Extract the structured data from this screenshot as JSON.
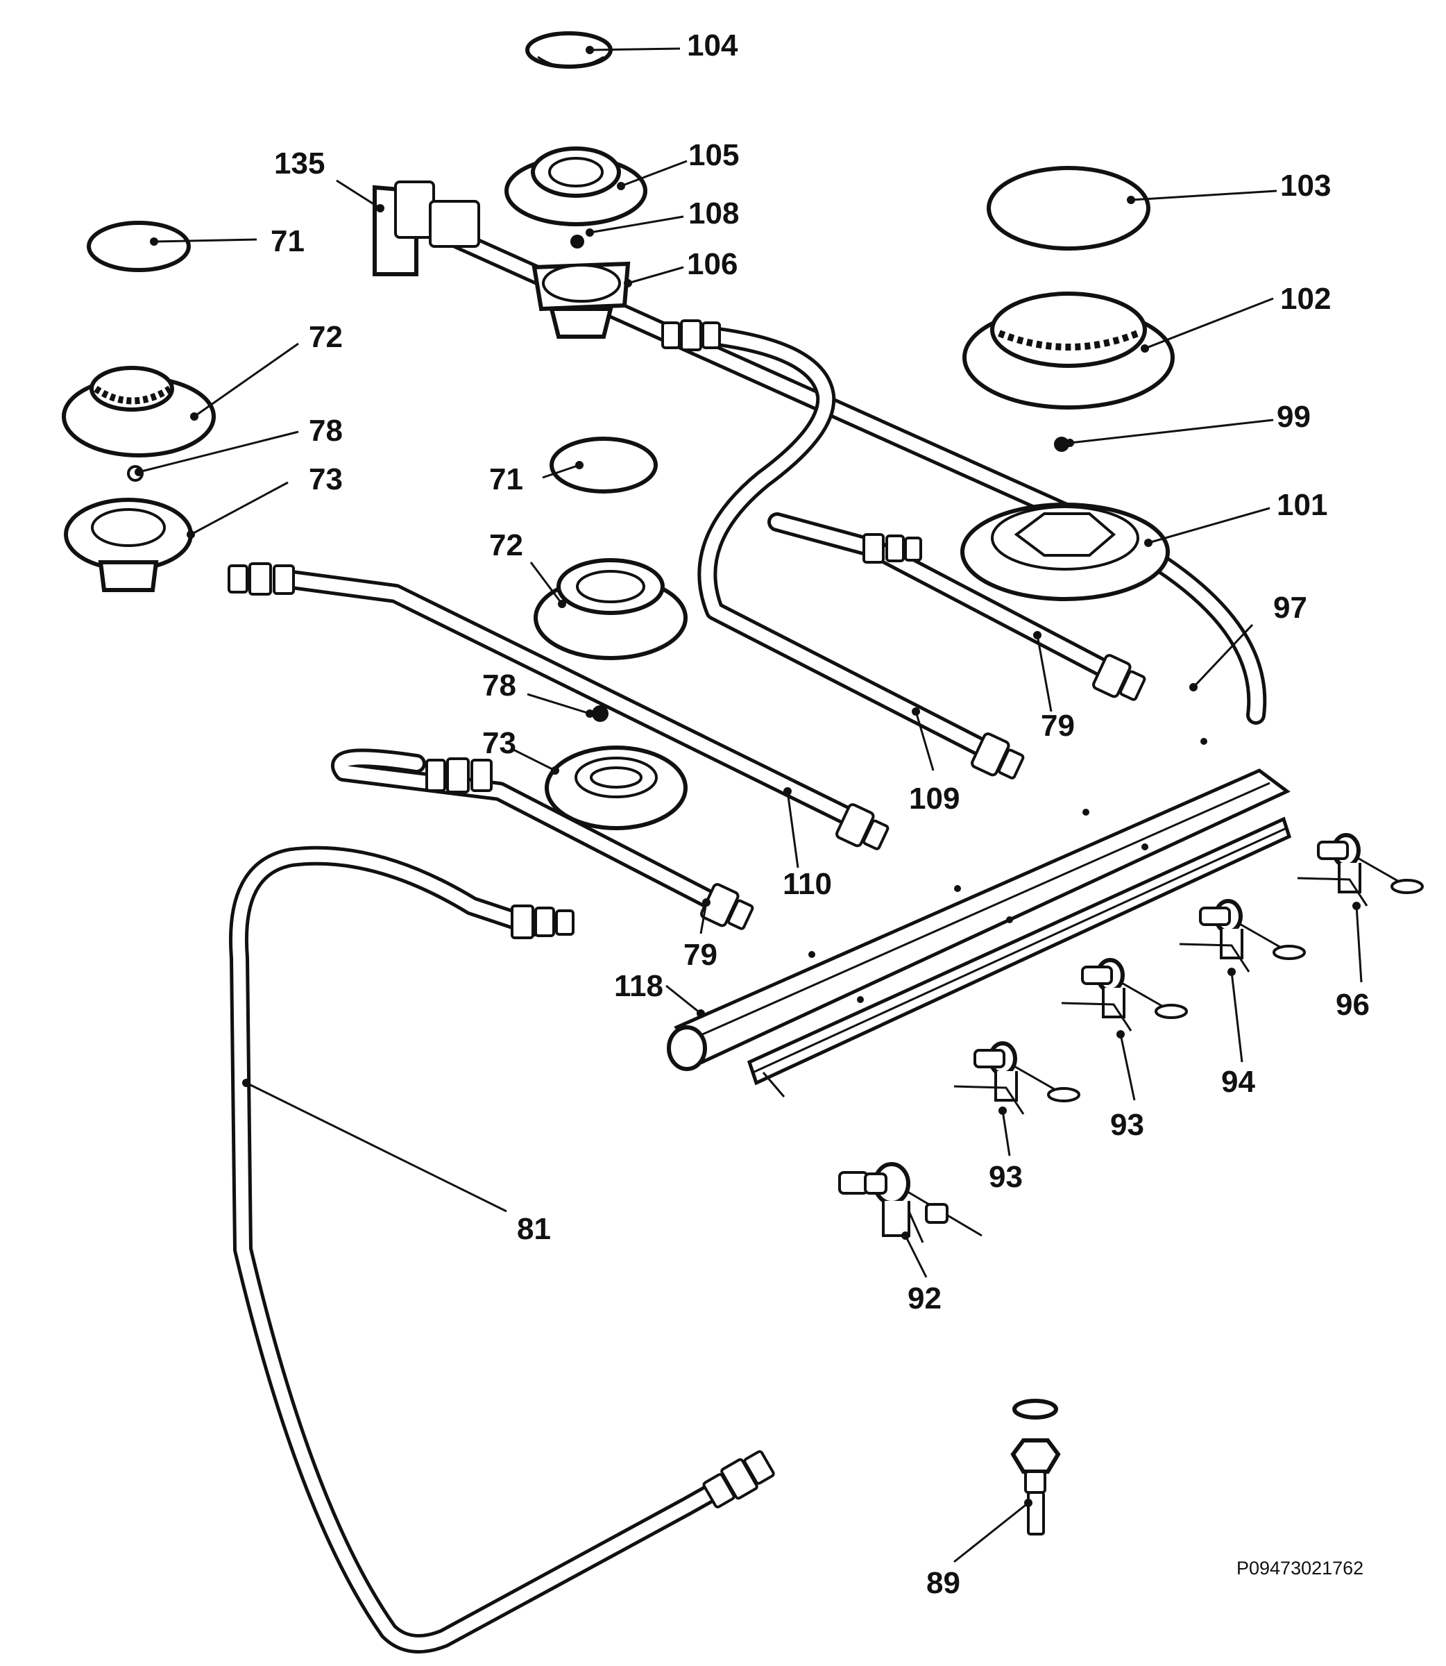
{
  "diagram": {
    "drawing_code": "P09473021762",
    "callouts": [
      "104",
      "105",
      "108",
      "106",
      "135",
      "71",
      "103",
      "102",
      "99",
      "72",
      "78",
      "73",
      "71",
      "72",
      "101",
      "97",
      "79",
      "109",
      "78",
      "73",
      "110",
      "79",
      "118",
      "81",
      "96",
      "94",
      "93",
      "93",
      "92",
      "89"
    ]
  }
}
